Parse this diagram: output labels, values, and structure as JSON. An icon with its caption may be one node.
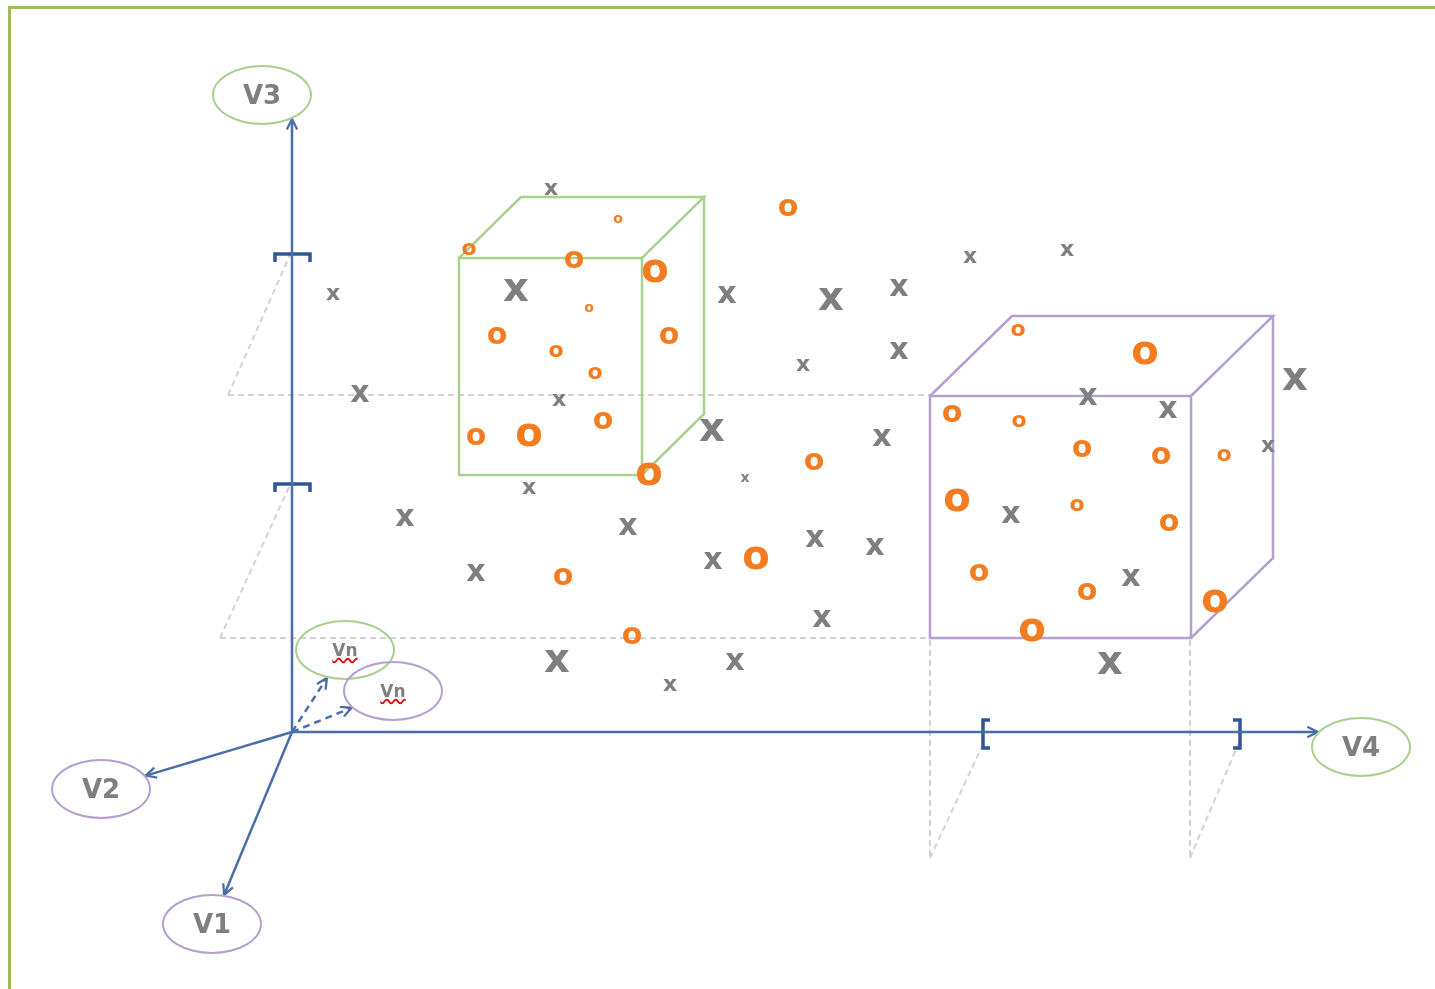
{
  "diagram": {
    "nodes": [
      {
        "text": [
          "V3"
        ]
      },
      {
        "text": [
          "V2"
        ]
      },
      {
        "text": [
          "V1"
        ]
      },
      {
        "text": [
          "V4"
        ]
      },
      {
        "text": [
          "Vn"
        ]
      },
      {
        "text": [
          "Vn"
        ]
      }
    ],
    "edges": [
      {
        "from": null,
        "to": 0,
        "arrow": "to"
      },
      {
        "from": null,
        "to": 3,
        "arrow": "to"
      },
      {
        "from": null,
        "to": 1,
        "arrow": "to"
      },
      {
        "from": null,
        "to": 2,
        "arrow": "to"
      },
      {
        "from": null,
        "to": 4,
        "arrow": "to",
        "style": "dashed"
      },
      {
        "from": null,
        "to": 5,
        "arrow": "to",
        "style": "dashed"
      }
    ],
    "labels": [
      "x",
      "o",
      "o",
      "o",
      "x",
      "x",
      "o",
      "o",
      "x",
      "x",
      "x",
      "x",
      "x",
      "o",
      "o",
      "o",
      "o",
      "x",
      "o",
      "o",
      "x",
      "o",
      "x",
      "x",
      "x",
      "x",
      "x",
      "o",
      "o",
      "o",
      "x",
      "o",
      "o",
      "x",
      "x",
      "o",
      "o",
      "o",
      "o",
      "o",
      "x",
      "x",
      "o",
      "o",
      "x",
      "x",
      "o",
      "x",
      "x",
      "x",
      "o",
      "x",
      "x",
      "o",
      "o",
      "x",
      "o",
      "o",
      "x",
      "o",
      "o",
      "x",
      "x",
      "x",
      "x"
    ]
  }
}
